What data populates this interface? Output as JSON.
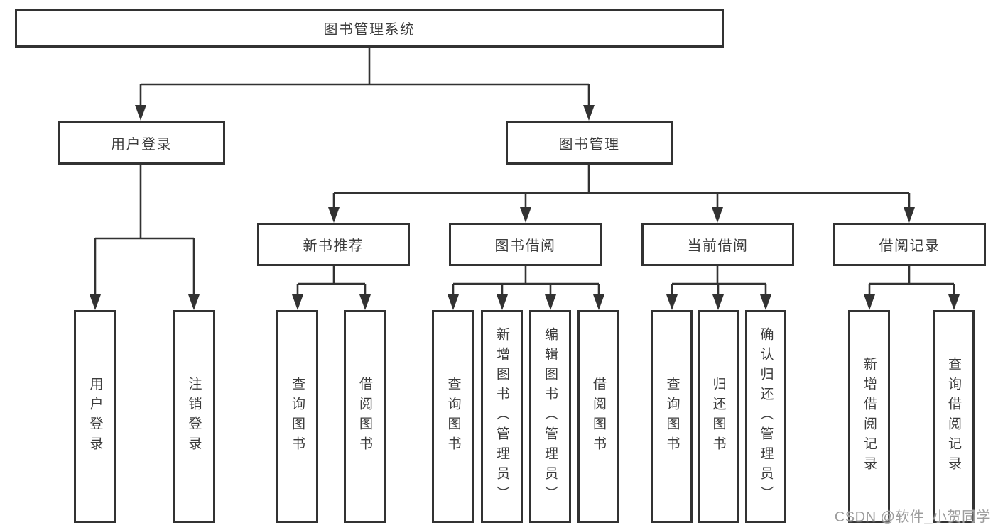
{
  "tree": {
    "root": {
      "label": "图书管理系统"
    },
    "branches": [
      {
        "label": "用户登录",
        "children": [
          {
            "label": "用户登录"
          },
          {
            "label": "注销登录"
          }
        ]
      },
      {
        "label": "图书管理",
        "children": [
          {
            "label": "新书推荐",
            "children": [
              {
                "label": "查询图书"
              },
              {
                "label": "借阅图书"
              }
            ]
          },
          {
            "label": "图书借阅",
            "children": [
              {
                "label": "查询图书"
              },
              {
                "label": "新增图书（管理员）"
              },
              {
                "label": "编辑图书（管理员）"
              },
              {
                "label": "借阅图书"
              }
            ]
          },
          {
            "label": "当前借阅",
            "children": [
              {
                "label": "查询图书"
              },
              {
                "label": "归还图书"
              },
              {
                "label": "确认归还（管理员）"
              }
            ]
          },
          {
            "label": "借阅记录",
            "children": [
              {
                "label": "新增借阅记录"
              },
              {
                "label": "查询借阅记录"
              }
            ]
          }
        ]
      }
    ]
  },
  "watermark": {
    "text": "CSDN @软件_小贺同学"
  },
  "colors": {
    "line": "#323232",
    "box_border": "#323232",
    "text": "#3c3c3c",
    "watermark": "#9c9c9c",
    "background": "#ffffff"
  }
}
